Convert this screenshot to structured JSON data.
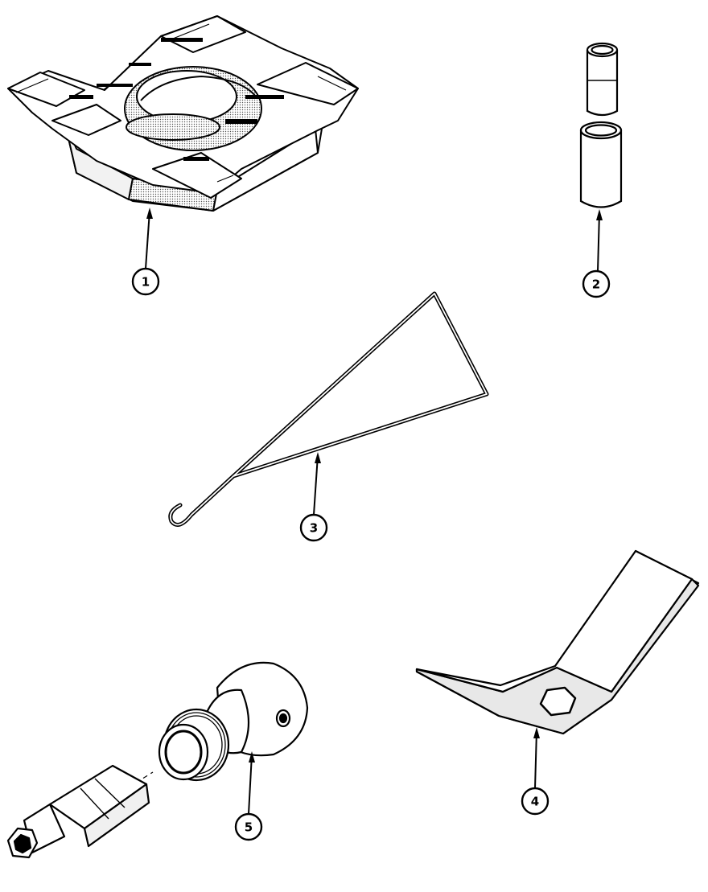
{
  "diagram": {
    "callouts": [
      {
        "id": "1",
        "label": "1"
      },
      {
        "id": "2",
        "label": "2"
      },
      {
        "id": "3",
        "label": "3"
      },
      {
        "id": "4",
        "label": "4"
      },
      {
        "id": "5",
        "label": "5"
      }
    ]
  },
  "colors": {
    "ink": "#000000",
    "paper": "#ffffff",
    "shade": "#bdbdbd"
  }
}
